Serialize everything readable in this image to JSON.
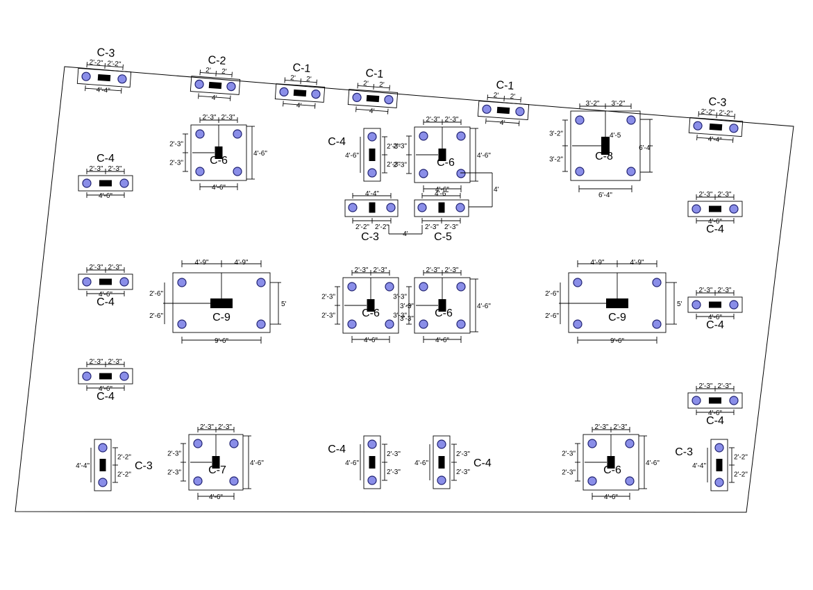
{
  "plot_outline_color": "#000000",
  "pile_color": "#8a8ee8",
  "pile_outline_color": "#1e2070",
  "column_color": "#000000",
  "footings": [
    {
      "label": "C-3",
      "dims": [
        "2'-2\"",
        "2'-2\"",
        "4'-4\""
      ]
    },
    {
      "label": "C-2",
      "dims": [
        "2'",
        "2'",
        "4'"
      ]
    },
    {
      "label": "C-1",
      "dims": [
        "2'",
        "2'",
        "4'"
      ]
    },
    {
      "label": "C-1",
      "dims": [
        "2'",
        "2'",
        "4'"
      ]
    },
    {
      "label": "C-1",
      "dims": [
        "2'",
        "2'",
        "4'"
      ]
    },
    {
      "label": "C-3",
      "dims": [
        "2'-2\"",
        "2'-2\"",
        "4'-4\""
      ]
    },
    {
      "label": "C-4",
      "dims": [
        "2'-3\"",
        "2'-3\"",
        "4'-6\""
      ]
    },
    {
      "label": "C-6",
      "dims": [
        "2'-3\"",
        "2'-3\"",
        "2'-3\"",
        "2'-3\"",
        "4'-6\"",
        "4'-6\""
      ]
    },
    {
      "label": "C-4",
      "dims": [
        "4'-6\"",
        "2'-3\"",
        "2'-3\""
      ]
    },
    {
      "label": "C-6",
      "dims": [
        "2'-3\"",
        "2'-3\"",
        "2'-3\"",
        "2'-3\"",
        "4'-6\"",
        "4'-6\""
      ]
    },
    {
      "label": "C-8",
      "dims": [
        "3'-2\"",
        "3'-2\"",
        "3'-2\"",
        "3'-2\"",
        "6'-4\"",
        "6'-4\"",
        "4'-5"
      ]
    },
    {
      "label": "C-3",
      "dims": [
        "2'-2\"",
        "2'-2\"",
        "4'-4\""
      ]
    },
    {
      "label": "C-5",
      "dims": [
        "4'-6\"",
        "2'-3\"",
        "2'-3\"",
        "4'",
        "4'"
      ]
    },
    {
      "label": "C-3",
      "dims": [
        "4'-4\"",
        "2'-2\"",
        "2'-2\""
      ]
    },
    {
      "label": "C-4",
      "dims": [
        "2'-3\"",
        "2'-3\"",
        "4'-6\""
      ]
    },
    {
      "label": "C-4",
      "dims": [
        "2'-3\"",
        "2'-3\"",
        "4'-6\""
      ]
    },
    {
      "label": "C-9",
      "dims": [
        "4'-9\"",
        "4'-9\"",
        "2'-6\"",
        "2'-6\"",
        "5'",
        "9'-6\""
      ]
    },
    {
      "label": "C-6",
      "dims": [
        "2'-3\"",
        "2'-3\"",
        "2'-3\"",
        "2'-3\"",
        "4'-6\""
      ]
    },
    {
      "label": "C-6",
      "dims": [
        "2'-3\"",
        "2'-3\"",
        "3'-3\"",
        "3'-3\"",
        "4'-6\"",
        "4'-6\"",
        "3'-3\"",
        "3'-3\""
      ]
    },
    {
      "label": "C-9",
      "dims": [
        "4'-9\"",
        "4'-9\"",
        "2'-6\"",
        "2'-6\"",
        "5'",
        "9'-6\""
      ]
    },
    {
      "label": "C-4",
      "dims": [
        "2'-3\"",
        "2'-3\"",
        "4'-6\""
      ]
    },
    {
      "label": "C-4",
      "dims": [
        "2'-3\"",
        "2'-3\"",
        "4'-6\""
      ]
    },
    {
      "label": "C-4",
      "dims": [
        "2'-3\"",
        "2'-3\"",
        "4'-6\""
      ]
    },
    {
      "label": "C-3",
      "dims": [
        "4'-4\"",
        "2'-2\"",
        "2'-2\""
      ]
    },
    {
      "label": "C-7",
      "dims": [
        "2'-3\"",
        "2'-3\"",
        "2'-3\"",
        "2'-3\"",
        "4'-6\"",
        "4'-6\""
      ]
    },
    {
      "label": "C-4",
      "dims": [
        "4'-6\"",
        "2'-3\"",
        "2'-3\""
      ]
    },
    {
      "label": "C-4",
      "dims": [
        "4'-6\"",
        "2'-3\"",
        "2'-3\""
      ]
    },
    {
      "label": "C-6",
      "dims": [
        "2'-3\"",
        "2'-3\"",
        "2'-3\"",
        "2'-3\"",
        "4'-6\"",
        "4'-6\""
      ]
    },
    {
      "label": "C-3",
      "dims": [
        "4'-4\"",
        "2'-2\"",
        "2'-2\""
      ]
    }
  ]
}
